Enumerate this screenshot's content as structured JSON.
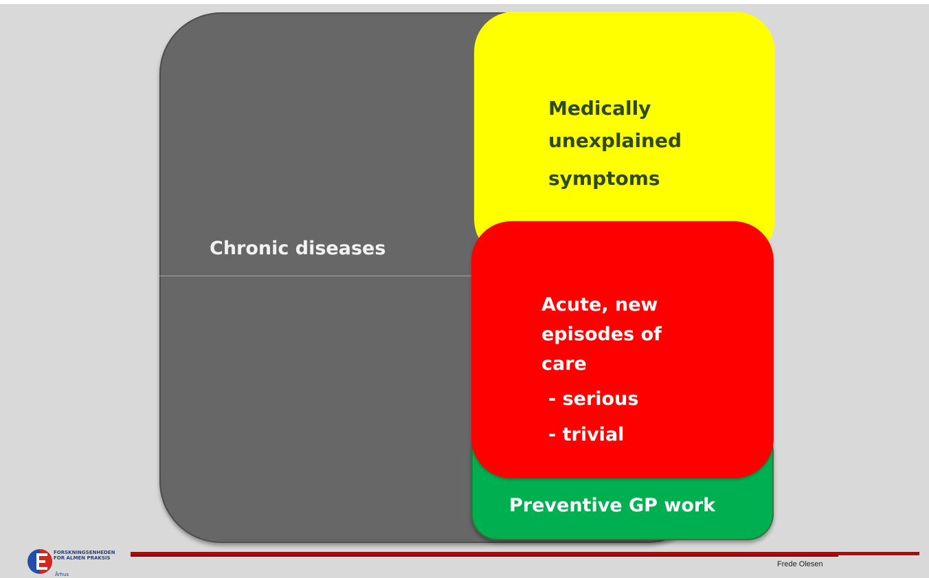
{
  "diagram": {
    "chronic_diseases": "Chronic diseases",
    "medically_unexplained": {
      "line1": "Medically",
      "line2": "unexplained",
      "line3": "symptoms"
    },
    "acute": {
      "line1": "Acute, new",
      "line2": "episodes of",
      "line3": "care",
      "line4": " - serious",
      "line5": " - trivial"
    },
    "preventive": "Preventive GP work"
  },
  "colors": {
    "gray_box": "#676767",
    "yellow_box": "#ffff00",
    "red_box": "#ff0000",
    "green_box": "#00b050",
    "footer_rule": "#c00000"
  },
  "footer": {
    "logo_line1": "FORSKNINGSENHEDEN",
    "logo_line2": "FOR ALMEN PRAKSIS",
    "logo_line3": "Århus",
    "author": "Frede Olesen"
  }
}
